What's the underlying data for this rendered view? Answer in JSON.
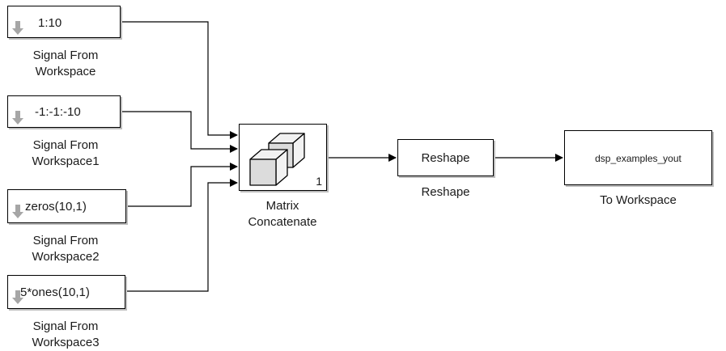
{
  "colors": {
    "line": "#000000",
    "block_border": "#000000",
    "block_shadow": "#bdbdbd",
    "source_arrow": "#a6a6a6",
    "cube_front": "#dcdcdc",
    "cube_face": "#f2f2f2"
  },
  "blocks": {
    "src1": {
      "param": "1:10",
      "label_line1": "Signal From",
      "label_line2": "Workspace",
      "icon": "down-arrow-icon"
    },
    "src2": {
      "param": "-1:-1:-10",
      "label_line1": "Signal From",
      "label_line2": "Workspace1",
      "icon": "down-arrow-icon"
    },
    "src3": {
      "param": "zeros(10,1)",
      "label_line1": "Signal From",
      "label_line2": "Workspace2",
      "icon": "down-arrow-icon"
    },
    "src4": {
      "param": "5*ones(10,1)",
      "label_line1": "Signal From",
      "label_line2": "Workspace3",
      "icon": "down-arrow-icon"
    },
    "concat": {
      "label_line1": "Matrix",
      "label_line2": "Concatenate",
      "dim": "1",
      "icon": "matrix-concatenate-cubes-icon"
    },
    "reshape": {
      "param": "Reshape",
      "label": "Reshape"
    },
    "to_workspace": {
      "param": "dsp_examples_yout",
      "label": "To Workspace"
    }
  },
  "connections": [
    {
      "from": "src1",
      "to": "concat",
      "port": 1
    },
    {
      "from": "src2",
      "to": "concat",
      "port": 2
    },
    {
      "from": "src3",
      "to": "concat",
      "port": 3
    },
    {
      "from": "src4",
      "to": "concat",
      "port": 4
    },
    {
      "from": "concat",
      "to": "reshape",
      "port": 1
    },
    {
      "from": "reshape",
      "to": "to_workspace",
      "port": 1
    }
  ]
}
